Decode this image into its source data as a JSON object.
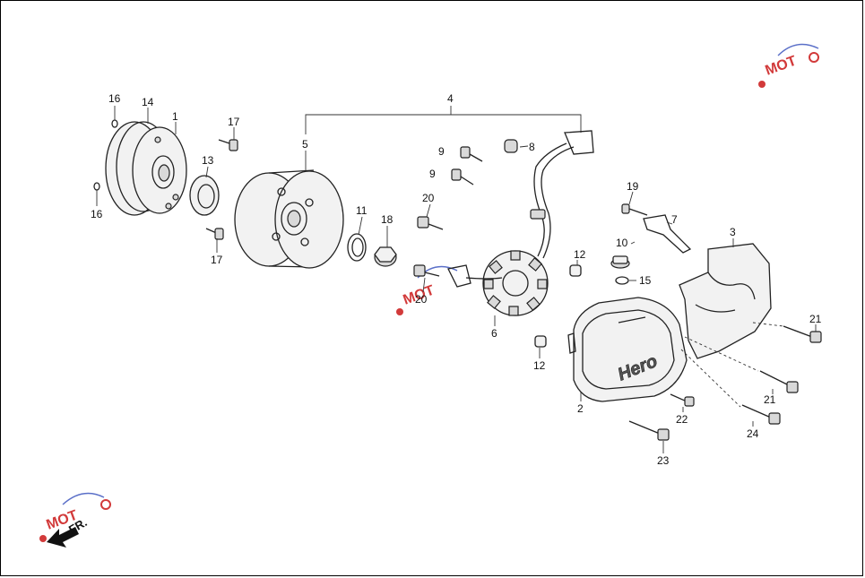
{
  "diagram": {
    "assembly_label": "4",
    "brand_mark": "Hero",
    "direction_label": "FR.",
    "callouts": {
      "p1": "1",
      "p2": "2",
      "p3": "3",
      "p4": "4",
      "p5": "5",
      "p6": "6",
      "p7": "7",
      "p8": "8",
      "p9a": "9",
      "p9b": "9",
      "p10": "10",
      "p11": "11",
      "p12a": "12",
      "p12b": "12",
      "p13": "13",
      "p14": "14",
      "p15": "15",
      "p16a": "16",
      "p16b": "16",
      "p17a": "17",
      "p17b": "17",
      "p18": "18",
      "p19": "19",
      "p20a": "20",
      "p20b": "20",
      "p21a": "21",
      "p21b": "21",
      "p22": "22",
      "p23": "23",
      "p24": "24"
    }
  },
  "colors": {
    "line": "#222222",
    "watermark_red": "#d23a3a",
    "watermark_blue": "#5a6fc8"
  }
}
